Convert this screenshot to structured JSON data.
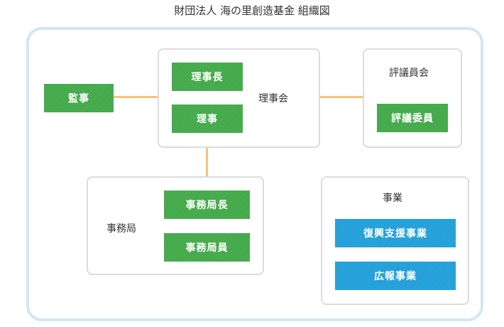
{
  "title": "財団法人 海の里創造基金 組織図",
  "colors": {
    "officer_green": "#41a847",
    "project_blue": "#1f9ed9",
    "connector_orange": "#f6c27a",
    "outer_border": "#cfe8f5",
    "box_border": "#dcdcdc"
  },
  "auditor": "監事",
  "board": {
    "label": "理事会",
    "chairman": "理事長",
    "director": "理事"
  },
  "council": {
    "label": "評議員会",
    "member": "評議委員"
  },
  "secretariat": {
    "label": "事務局",
    "chief": "事務局長",
    "staff": "事務局員"
  },
  "projects": {
    "label": "事業",
    "items": [
      "復興支援事業",
      "広報事業"
    ]
  }
}
